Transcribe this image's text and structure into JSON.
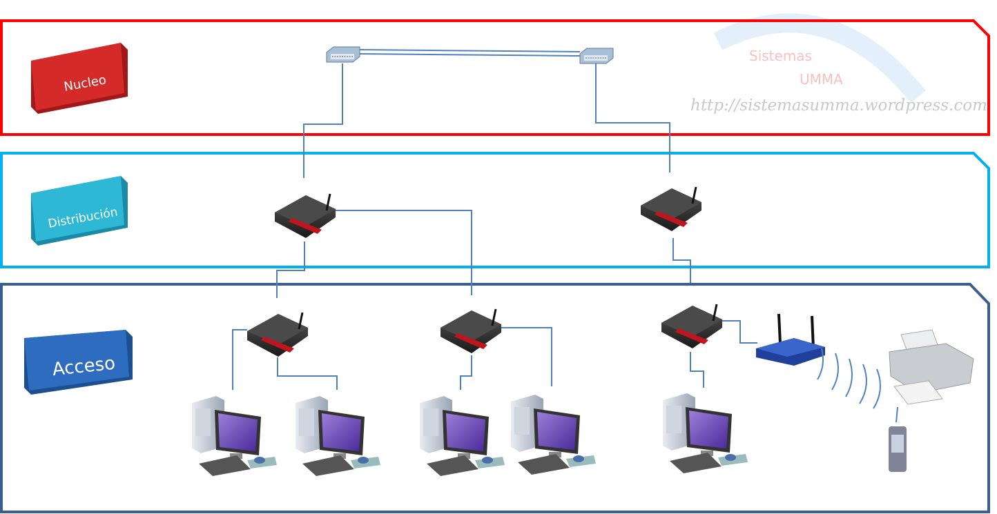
{
  "layers": [
    {
      "label": "Nucleo",
      "color": "#ff0000",
      "box_color": "#d42a2a"
    },
    {
      "label": "Distribución",
      "color": "#00b0f0",
      "box_color": "#2eb8d6"
    },
    {
      "label": "Acceso",
      "color": "#3a5f8f",
      "box_color": "#2e6cc0"
    }
  ],
  "watermark": {
    "line1": "Sistemas",
    "line2": "UMMA",
    "url": "http://sistemasumma.wordpress.com"
  },
  "devices": {
    "core_switches": 2,
    "distribution_routers": 2,
    "access_routers": 3,
    "computers": 5,
    "wireless_access_point": 1,
    "printer": 1,
    "pda": 1
  }
}
